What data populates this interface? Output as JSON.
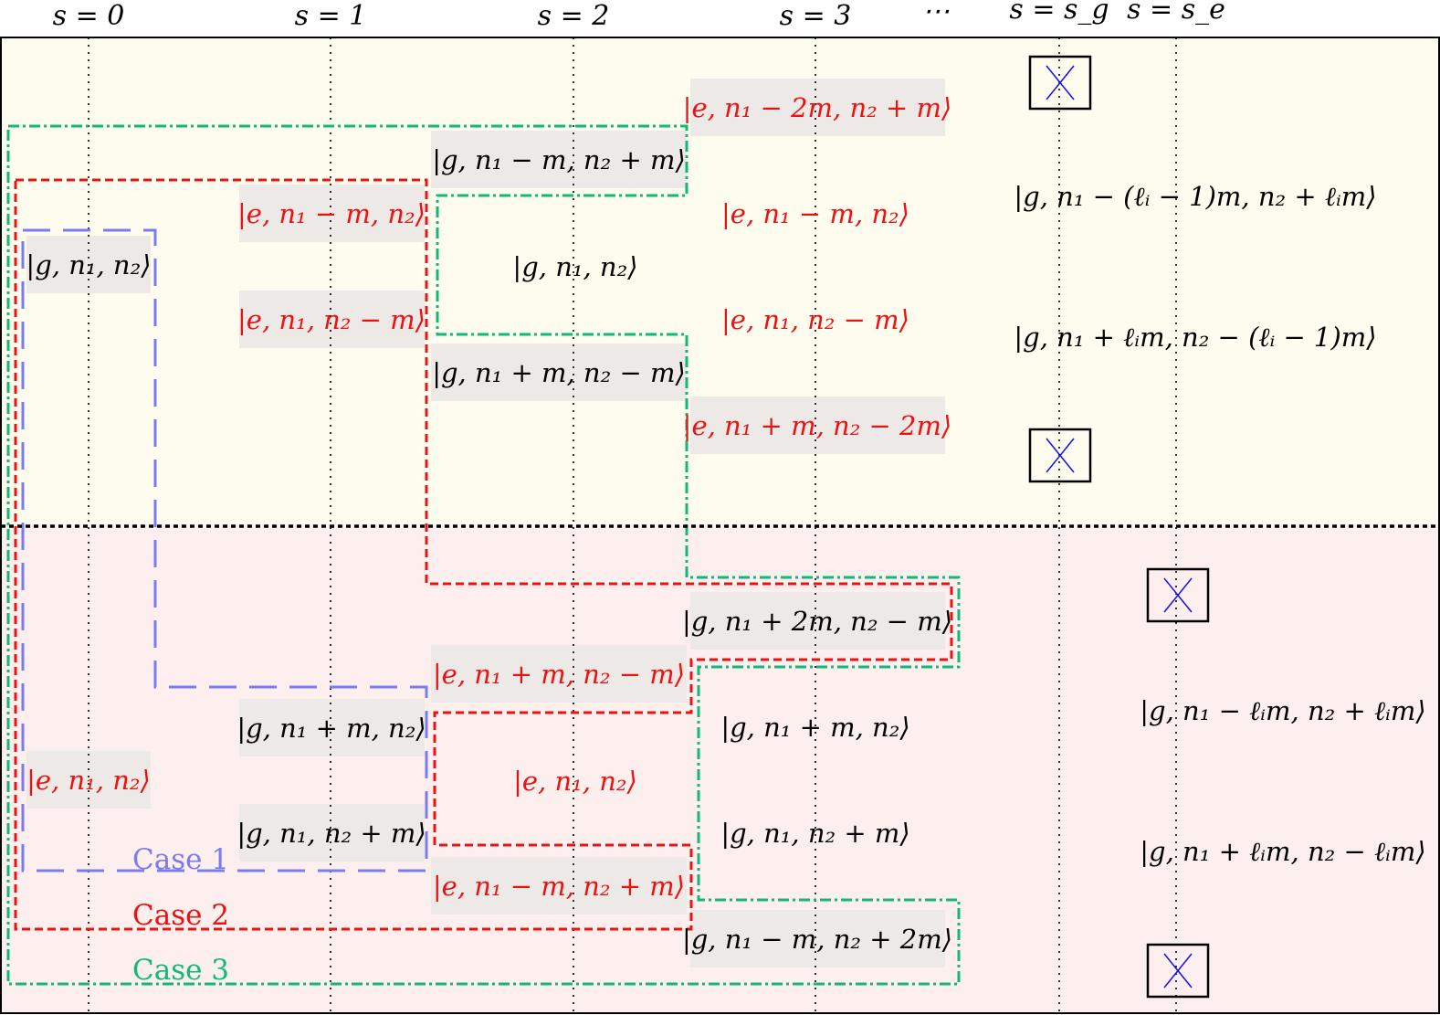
{
  "headers": [
    "s = 0",
    "s = 1",
    "s = 2",
    "s = 3",
    "⋯",
    "s = s_g",
    "s = s_e"
  ],
  "colors": {
    "upper_bg": "#fdfcef",
    "lower_bg": "#fcefee",
    "state_box": "#ece9e6",
    "ket_black": "#000000",
    "ket_red": "#ee1111",
    "case1": "#7b7bf0",
    "case2": "#ee1111",
    "case3": "#11b877",
    "cross": "#1111ee"
  },
  "states": {
    "s0_upper": "|g, n₁, n₂⟩",
    "s0_lower": "|e, n₁, n₂⟩",
    "s1_a": "|e, n₁ − m, n₂⟩",
    "s1_b": "|e, n₁, n₂ − m⟩",
    "s1_c": "|g, n₁ + m, n₂⟩",
    "s1_d": "|g, n₁, n₂ + m⟩",
    "s2_a": "|g, n₁ − m, n₂ + m⟩",
    "s2_b": "|g, n₁, n₂⟩",
    "s2_c": "|g, n₁ + m, n₂ − m⟩",
    "s2_d": "|e, n₁ + m, n₂ − m⟩",
    "s2_e": "|e, n₁, n₂⟩",
    "s2_f": "|e, n₁ − m, n₂ + m⟩",
    "s3_a": "|e, n₁ − 2m, n₂ + m⟩",
    "s3_b": "|e, n₁ − m, n₂⟩",
    "s3_c": "|e, n₁, n₂ − m⟩",
    "s3_d": "|e, n₁ + m, n₂ − 2m⟩",
    "s3_e": "|g, n₁ + 2m, n₂ − m⟩",
    "s3_f": "|g, n₁ + m, n₂⟩",
    "s3_g": "|g, n₁, n₂ + m⟩",
    "s3_h": "|g, n₁ − m, n₂ + 2m⟩",
    "sg_a": "|g, n₁ − (ℓᵢ − 1)m, n₂ + ℓᵢm⟩",
    "sg_b": "|g, n₁ + ℓᵢm, n₂ − (ℓᵢ − 1)m⟩",
    "se_a": "|g, n₁ − ℓᵢm, n₂ + ℓᵢm⟩",
    "se_b": "|g, n₁ + ℓᵢm, n₂ − ℓᵢm⟩"
  },
  "cases": {
    "case1": "Case 1",
    "case2": "Case 2",
    "case3": "Case 3"
  }
}
